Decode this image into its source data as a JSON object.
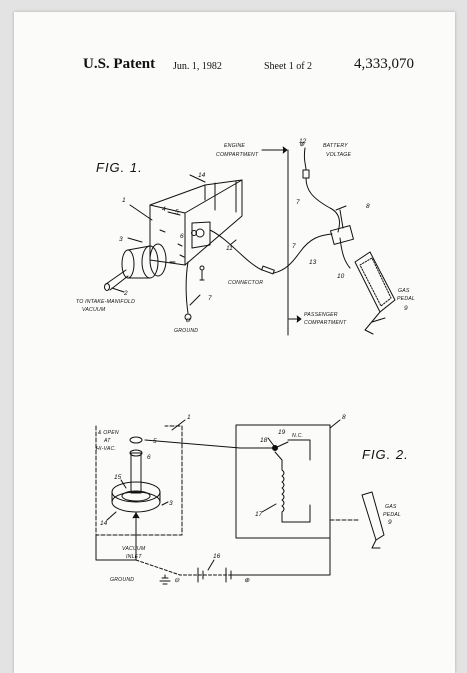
{
  "header": {
    "patent_label": "U.S. Patent",
    "date": "Jun. 1, 1982",
    "sheet": "Sheet 1 of 2",
    "patent_number": "4,333,070"
  },
  "fig1": {
    "title": "FIG. 1.",
    "engine_compartment": [
      "ENGINE",
      "COMPARTMENT"
    ],
    "battery_voltage": [
      "BATTERY",
      "VOLTAGE"
    ],
    "intake_manifold": [
      "TO INTAKE-MANIFOLD",
      "VACUUM"
    ],
    "connector": "CONNECTOR",
    "ground": "GROUND",
    "passenger_compartment": [
      "PASSENGER",
      "COMPARTMENT"
    ],
    "gas_pedal": [
      "GAS",
      "PEDAL"
    ],
    "refs": {
      "r1": "1",
      "r2": "2",
      "r3": "3",
      "r4": "4",
      "r5": "5",
      "r6": "6",
      "r7a": "7",
      "r7b": "7",
      "r7c": "7",
      "r8": "8",
      "r9": "9",
      "r10": "10",
      "r11": "11",
      "r12": "12",
      "r13": "13",
      "r14": "14"
    },
    "plus_sign": "⊕",
    "minus_sign": "⊖"
  },
  "fig2": {
    "title": "FIG. 2.",
    "open_note": [
      "& OPEN",
      "AT",
      "HI-VAC."
    ],
    "nc": "N.C.",
    "vacuum_inlet": [
      "VACUUM",
      "INLET"
    ],
    "ground": "GROUND",
    "gas_pedal": [
      "GAS",
      "PEDAL"
    ],
    "refs": {
      "r1": "1",
      "r3": "3",
      "r5": "5",
      "r6": "6",
      "r8": "8",
      "r9": "9",
      "r14": "14",
      "r15": "15",
      "r16": "16",
      "r17": "17",
      "r18": "18",
      "r19": "19"
    },
    "minus_sign": "⊖",
    "plus_sign": "⊕"
  }
}
